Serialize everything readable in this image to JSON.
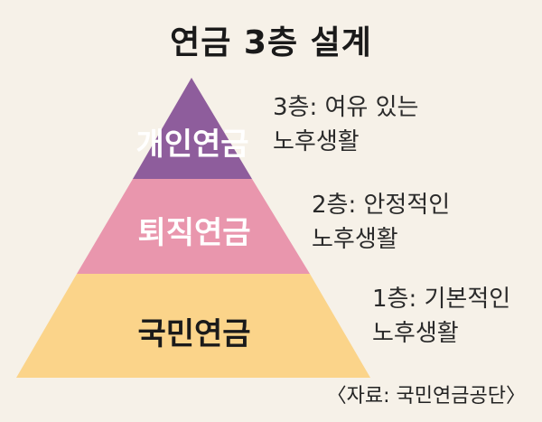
{
  "title": "연금 3층 설계",
  "tiers": [
    {
      "label": "개인연금",
      "desc_line1": "3층: 여유 있는",
      "desc_line2": "노후생활",
      "fill": "#8e5d9c",
      "text_color": "#ffffff"
    },
    {
      "label": "퇴직연금",
      "desc_line1": "2층: 안정적인",
      "desc_line2": "노후생활",
      "fill": "#e996ad",
      "text_color": "#ffffff"
    },
    {
      "label": "국민연금",
      "desc_line1": "1층: 기본적인",
      "desc_line2": "노후생활",
      "fill": "#fbd48a",
      "text_color": "#1a1a1a"
    }
  ],
  "source": "〈자료: 국민연금공단〉"
}
